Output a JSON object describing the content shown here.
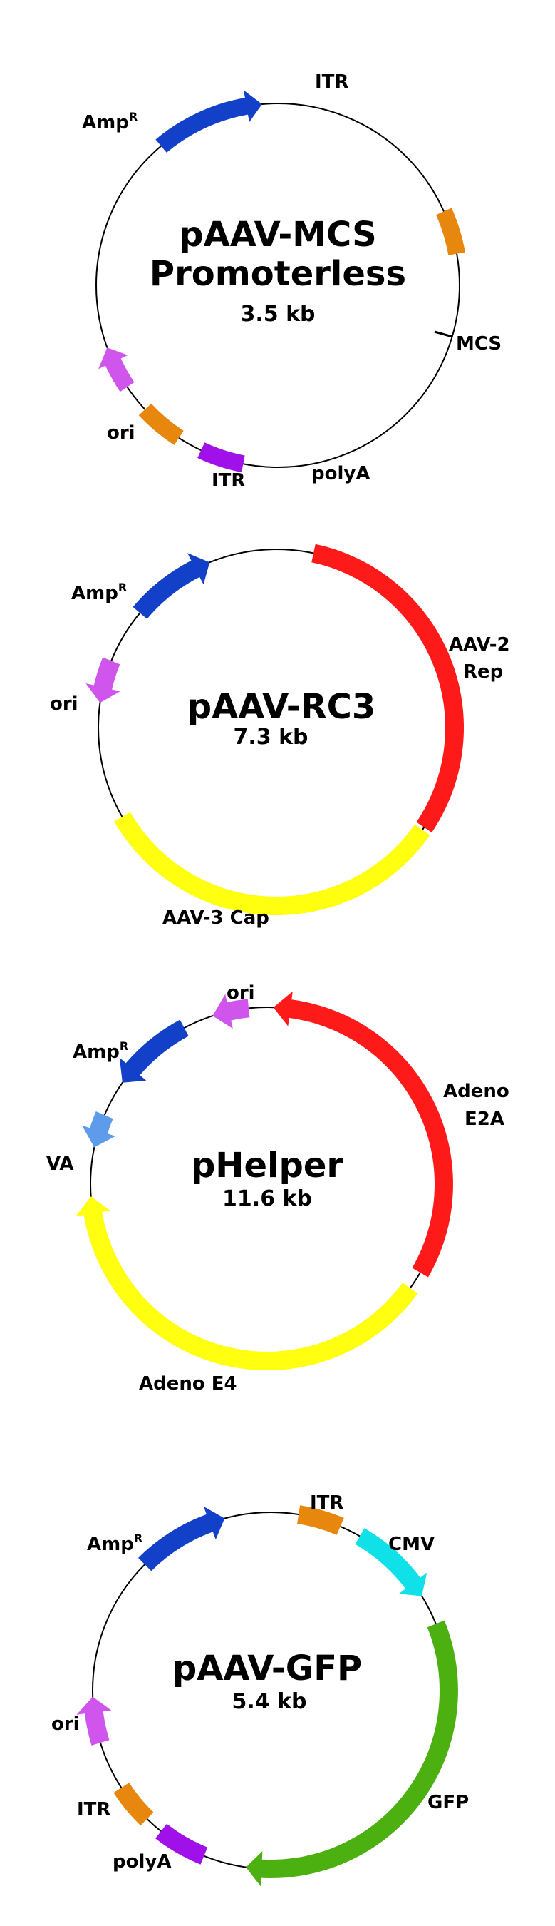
{
  "colors": {
    "itr": "#E8870E",
    "amp": "#1240C8",
    "ori": "#D055EC",
    "polya": "#A010E8",
    "rep": "#FF1A1A",
    "cap": "#FFFF10",
    "va": "#5E9BEA",
    "cmv": "#10E0E8",
    "gfp": "#4CB010",
    "backbone": "#000000"
  },
  "plasmids": [
    {
      "id": "p1",
      "title_lines": [
        "pAAV-MCS",
        "Promoterless"
      ],
      "size": "3.5 kb",
      "features": [
        {
          "key": "amp",
          "label": "Amp",
          "label_sup": "R",
          "color_key": "amp",
          "direction": "cw"
        },
        {
          "key": "itr_top",
          "label": "ITR",
          "color_key": "itr",
          "direction": "none"
        },
        {
          "key": "mcs",
          "label": "MCS",
          "color_key": "backbone",
          "direction": "tick"
        },
        {
          "key": "polya",
          "label": "polyA",
          "color_key": "polya",
          "direction": "none"
        },
        {
          "key": "itr_bottom",
          "label": "ITR",
          "color_key": "itr",
          "direction": "none"
        },
        {
          "key": "ori",
          "label": "ori",
          "color_key": "ori",
          "direction": "cw"
        }
      ]
    },
    {
      "id": "p2",
      "title_lines": [
        "pAAV-RC3"
      ],
      "size": "7.3 kb",
      "features": [
        {
          "key": "amp",
          "label": "Amp",
          "label_sup": "R",
          "color_key": "amp",
          "direction": "cw"
        },
        {
          "key": "ori",
          "label": "ori",
          "color_key": "ori",
          "direction": "ccw"
        },
        {
          "key": "rep",
          "label": "AAV-2",
          "label2": "Rep",
          "color_key": "rep",
          "direction": "none"
        },
        {
          "key": "cap",
          "label": "AAV-3 Cap",
          "color_key": "cap",
          "direction": "none"
        }
      ]
    },
    {
      "id": "p3",
      "title_lines": [
        "pHelper"
      ],
      "size": "11.6 kb",
      "features": [
        {
          "key": "ori",
          "label": "ori",
          "color_key": "ori",
          "direction": "ccw"
        },
        {
          "key": "amp",
          "label": "Amp",
          "label_sup": "R",
          "color_key": "amp",
          "direction": "ccw"
        },
        {
          "key": "va",
          "label": "VA",
          "color_key": "va",
          "direction": "ccw"
        },
        {
          "key": "e2a",
          "label": "Adeno",
          "label2": "E2A",
          "color_key": "rep",
          "direction": "ccw"
        },
        {
          "key": "e4",
          "label": "Adeno E4",
          "color_key": "cap",
          "direction": "cw"
        }
      ]
    },
    {
      "id": "p4",
      "title_lines": [
        "pAAV-GFP"
      ],
      "size": "5.4 kb",
      "features": [
        {
          "key": "itr_top",
          "label": "ITR",
          "color_key": "itr",
          "direction": "none"
        },
        {
          "key": "amp",
          "label": "Amp",
          "label_sup": "R",
          "color_key": "amp",
          "direction": "cw"
        },
        {
          "key": "cmv",
          "label": "CMV",
          "color_key": "cmv",
          "direction": "cw"
        },
        {
          "key": "gfp",
          "label": "GFP",
          "color_key": "gfp",
          "direction": "cw"
        },
        {
          "key": "ori",
          "label": "ori",
          "color_key": "ori",
          "direction": "cw"
        },
        {
          "key": "itr_bottom",
          "label": "ITR",
          "color_key": "itr",
          "direction": "none"
        },
        {
          "key": "polya",
          "label": "polyA",
          "color_key": "polya",
          "direction": "none"
        }
      ]
    }
  ]
}
